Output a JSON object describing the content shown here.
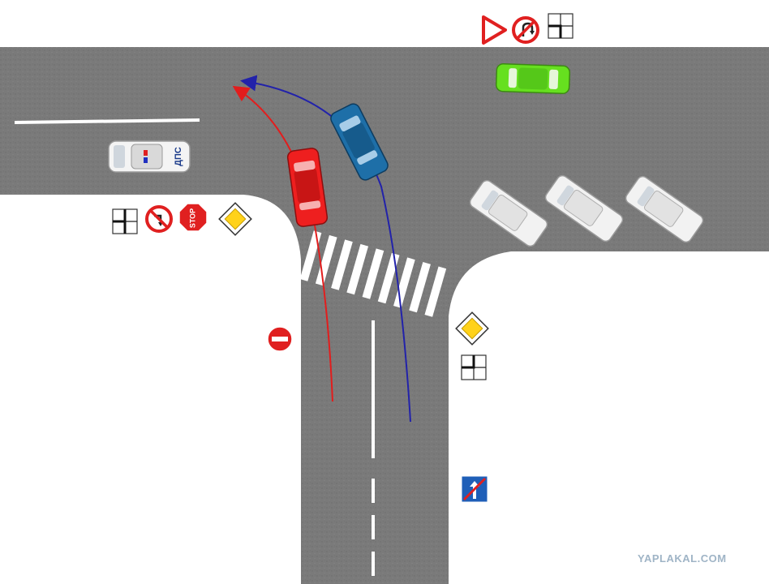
{
  "diagram": {
    "scene": "t-junction-traffic-diagram",
    "colors": {
      "asphalt": "#7a7a7a",
      "road_marking": "#ffffff",
      "red_path": "#e21d1d",
      "blue_path": "#2222aa",
      "red_car": "#ee1f1f",
      "blue_car": "#1e6fa8",
      "green_car": "#66e01f",
      "white_car": "#f2f2f2"
    },
    "vehicles": [
      {
        "id": "police-car",
        "label": "ДПС"
      },
      {
        "id": "red-car"
      },
      {
        "id": "blue-car"
      },
      {
        "id": "green-car"
      },
      {
        "id": "parked-white-car-1"
      },
      {
        "id": "parked-white-car-2"
      },
      {
        "id": "parked-white-car-3"
      }
    ],
    "paths": [
      {
        "id": "red-car-trajectory",
        "color": "red"
      },
      {
        "id": "blue-car-trajectory",
        "color": "blue"
      }
    ],
    "signs": [
      {
        "id": "give-way-sign"
      },
      {
        "id": "no-u-turn-sign"
      },
      {
        "id": "junction-plate-sign"
      },
      {
        "id": "junction-plate-sign"
      },
      {
        "id": "no-right-turn-sign"
      },
      {
        "id": "stop-sign",
        "text": "STOP"
      },
      {
        "id": "priority-road-sign"
      },
      {
        "id": "no-entry-sign"
      },
      {
        "id": "priority-road-sign"
      },
      {
        "id": "junction-plate-sign"
      },
      {
        "id": "end-of-one-way-sign"
      }
    ]
  },
  "watermark": "YAPLAKAL.COM"
}
